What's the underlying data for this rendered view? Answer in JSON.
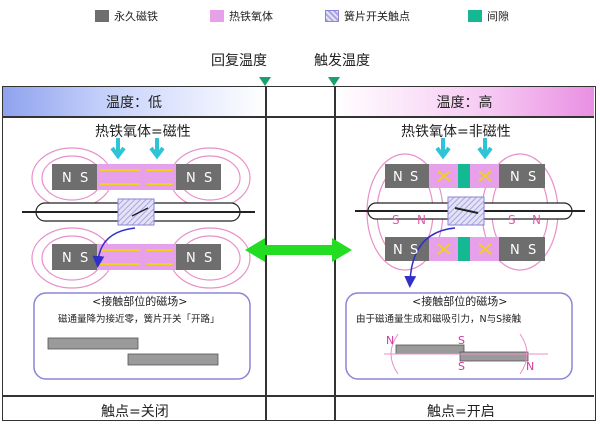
{
  "legend": [
    {
      "label": "永久磁铁",
      "color": "#6e6e6e",
      "pattern": "solid",
      "icon": "magnet-swatch"
    },
    {
      "label": "热铁氧体",
      "color": "#e7a0ea",
      "pattern": "solid",
      "icon": "ferrite-swatch"
    },
    {
      "label": "簧片开关触点",
      "color": "#a9a6e0",
      "pattern": "hatched",
      "icon": "reed-swatch"
    },
    {
      "label": "间隙",
      "color": "#14b893",
      "pattern": "solid",
      "icon": "gap-swatch"
    }
  ],
  "markers": {
    "recover": "回复温度",
    "trigger": "触发温度"
  },
  "left": {
    "header": "温度：低",
    "state": "热铁氧体=磁性",
    "field_title": "<接触部位的磁场>",
    "field_desc": "磁通量降为接近零，簧片开关「开路」",
    "contact": "触点=关闭",
    "magnet_letters": [
      "N",
      "S",
      "N",
      "S"
    ]
  },
  "right": {
    "header": "温度：高",
    "state": "热铁氧体=非磁性",
    "field_title": "<接触部位的磁场>",
    "field_desc": "由于磁通量生成和磁吸引力，N与S接触",
    "contact": "触点=开启",
    "magnet_letters": [
      "N",
      "S",
      "N",
      "S"
    ],
    "field_poles": [
      "S",
      "N",
      "S",
      "N"
    ],
    "contact_poles": [
      "N",
      "S",
      "S",
      "N"
    ]
  },
  "colors": {
    "magnet": "#6e6e6e",
    "ferrite": "#e7a0ea",
    "gap": "#14b893",
    "arrow_cyan": "#2ec4d6",
    "arrow_green": "#22dd22",
    "field_line": "#e890c8",
    "frame": "#333333"
  }
}
